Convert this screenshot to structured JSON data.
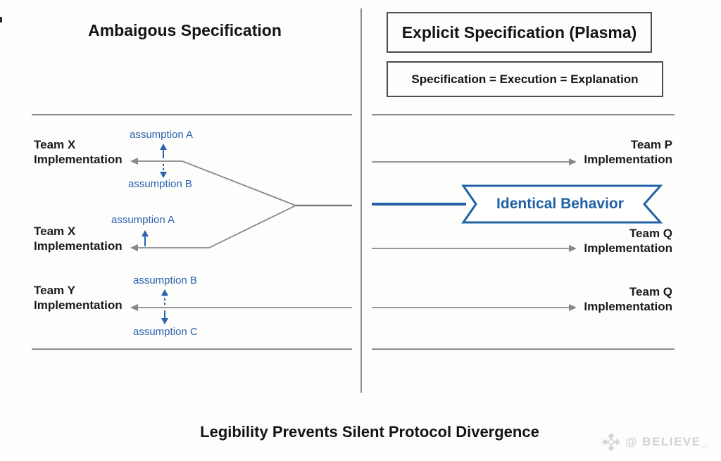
{
  "left_panel": {
    "title": "Ambaigous Specification",
    "rows": [
      {
        "team": "Team X",
        "impl": "Implementation",
        "assumption_above": "assumption A",
        "assumption_below": "assumption B"
      },
      {
        "team": "Team X",
        "impl": "Implementation",
        "assumption_above": "assumption A"
      },
      {
        "team": "Team Y",
        "impl": "Implementation",
        "assumption_above": "assumption B",
        "assumption_below": "assumption C"
      }
    ]
  },
  "right_panel": {
    "title": "Explicit Specification (Plasma)",
    "equation": "Specification = Execution = Explanation",
    "banner_label": "Identical Behavior",
    "rows": [
      {
        "team": "Team P",
        "impl": "Implementation"
      },
      {
        "team": "Team Q",
        "impl": "Implementation"
      },
      {
        "team": "Team Q",
        "impl": "Implementation"
      }
    ]
  },
  "caption": "Legibility Prevents Silent Protocol Divergence",
  "watermark": {
    "handle": "@ BELIEVE_",
    "logo": "diamond-logo"
  },
  "colors": {
    "blue_line": "#2161a5",
    "blue_text": "#2a63ae",
    "gray_line": "#8d8d8d",
    "text_black": "#1c1c1c",
    "watermark_gray": "#ccd0d5"
  }
}
